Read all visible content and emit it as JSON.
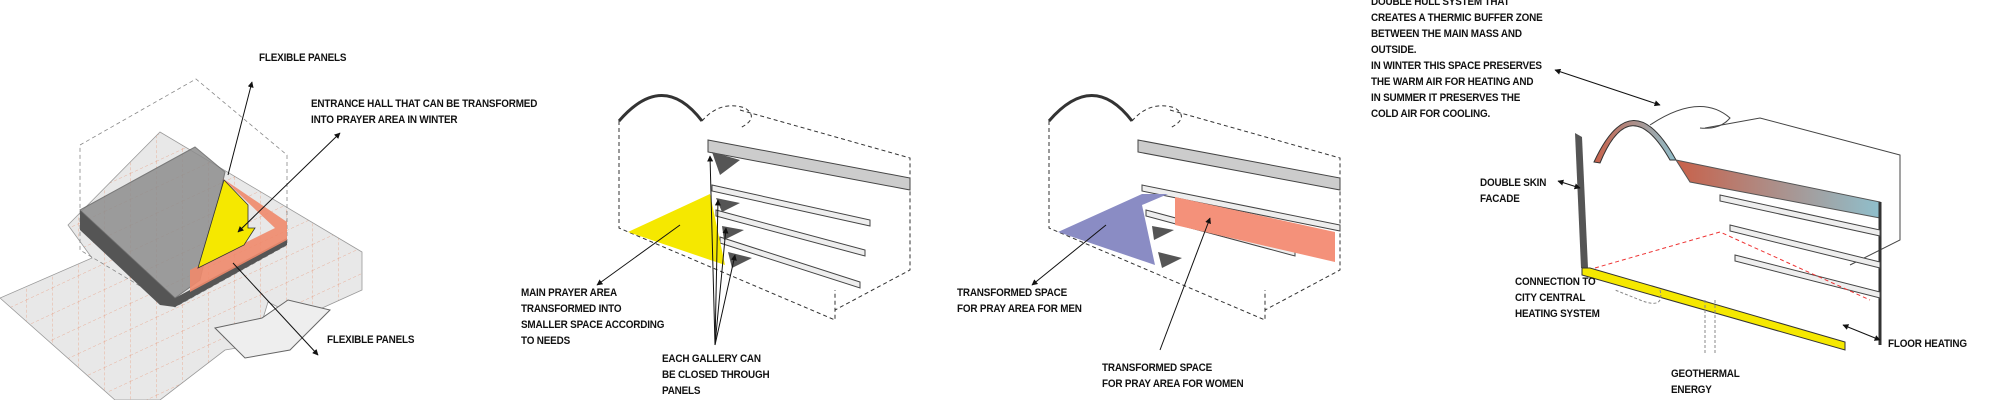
{
  "colors": {
    "yellow": "#f5e800",
    "salmon": "#f08a6c",
    "men_area": "#8a8cc4",
    "women_area": "#f4917a",
    "dark_gray": "#555555",
    "light_gray": "#e6e6e6",
    "warm": "#c8614a",
    "cool": "#8fbfcc"
  },
  "panel1": {
    "label_flexible_top": "FLEXIBLE PANELS",
    "label_entrance": "ENTRANCE HALL THAT CAN BE TRANSFORMED\nINTO PRAYER AREA IN WINTER",
    "label_flexible_bottom": "FLEXIBLE PANELS"
  },
  "panel2": {
    "label_main": "MAIN PRAYER AREA\nTRANSFORMED INTO\nSMALLER SPACE ACCORDING\nTO NEEDS",
    "label_gallery": "EACH GALLERY CAN\nBE CLOSED THROUGH\nPANELS"
  },
  "panel3": {
    "label_men": "TRANSFORMED SPACE\nFOR PRAY AREA FOR MEN",
    "label_women": "TRANSFORMED SPACE\nFOR PRAY AREA FOR WOMEN"
  },
  "panel4": {
    "label_hull": "DOUBLE HULL SYSTEM THAT\nCREATES A THERMIC BUFFER ZONE\nBETWEEN THE MAIN MASS AND\nOUTSIDE.\nIN WINTER THIS SPACE PRESERVES\nTHE WARM AIR FOR HEATING AND\nIN SUMMER IT PRESERVES THE\nCOLD AIR FOR COOLING.",
    "label_skin": "DOUBLE SKIN\nFACADE",
    "label_connection": "CONNECTION TO\nCITY CENTRAL\nHEATING SYSTEM",
    "label_floor": "FLOOR HEATING",
    "label_geo": "GEOTHERMAL\nENERGY"
  }
}
